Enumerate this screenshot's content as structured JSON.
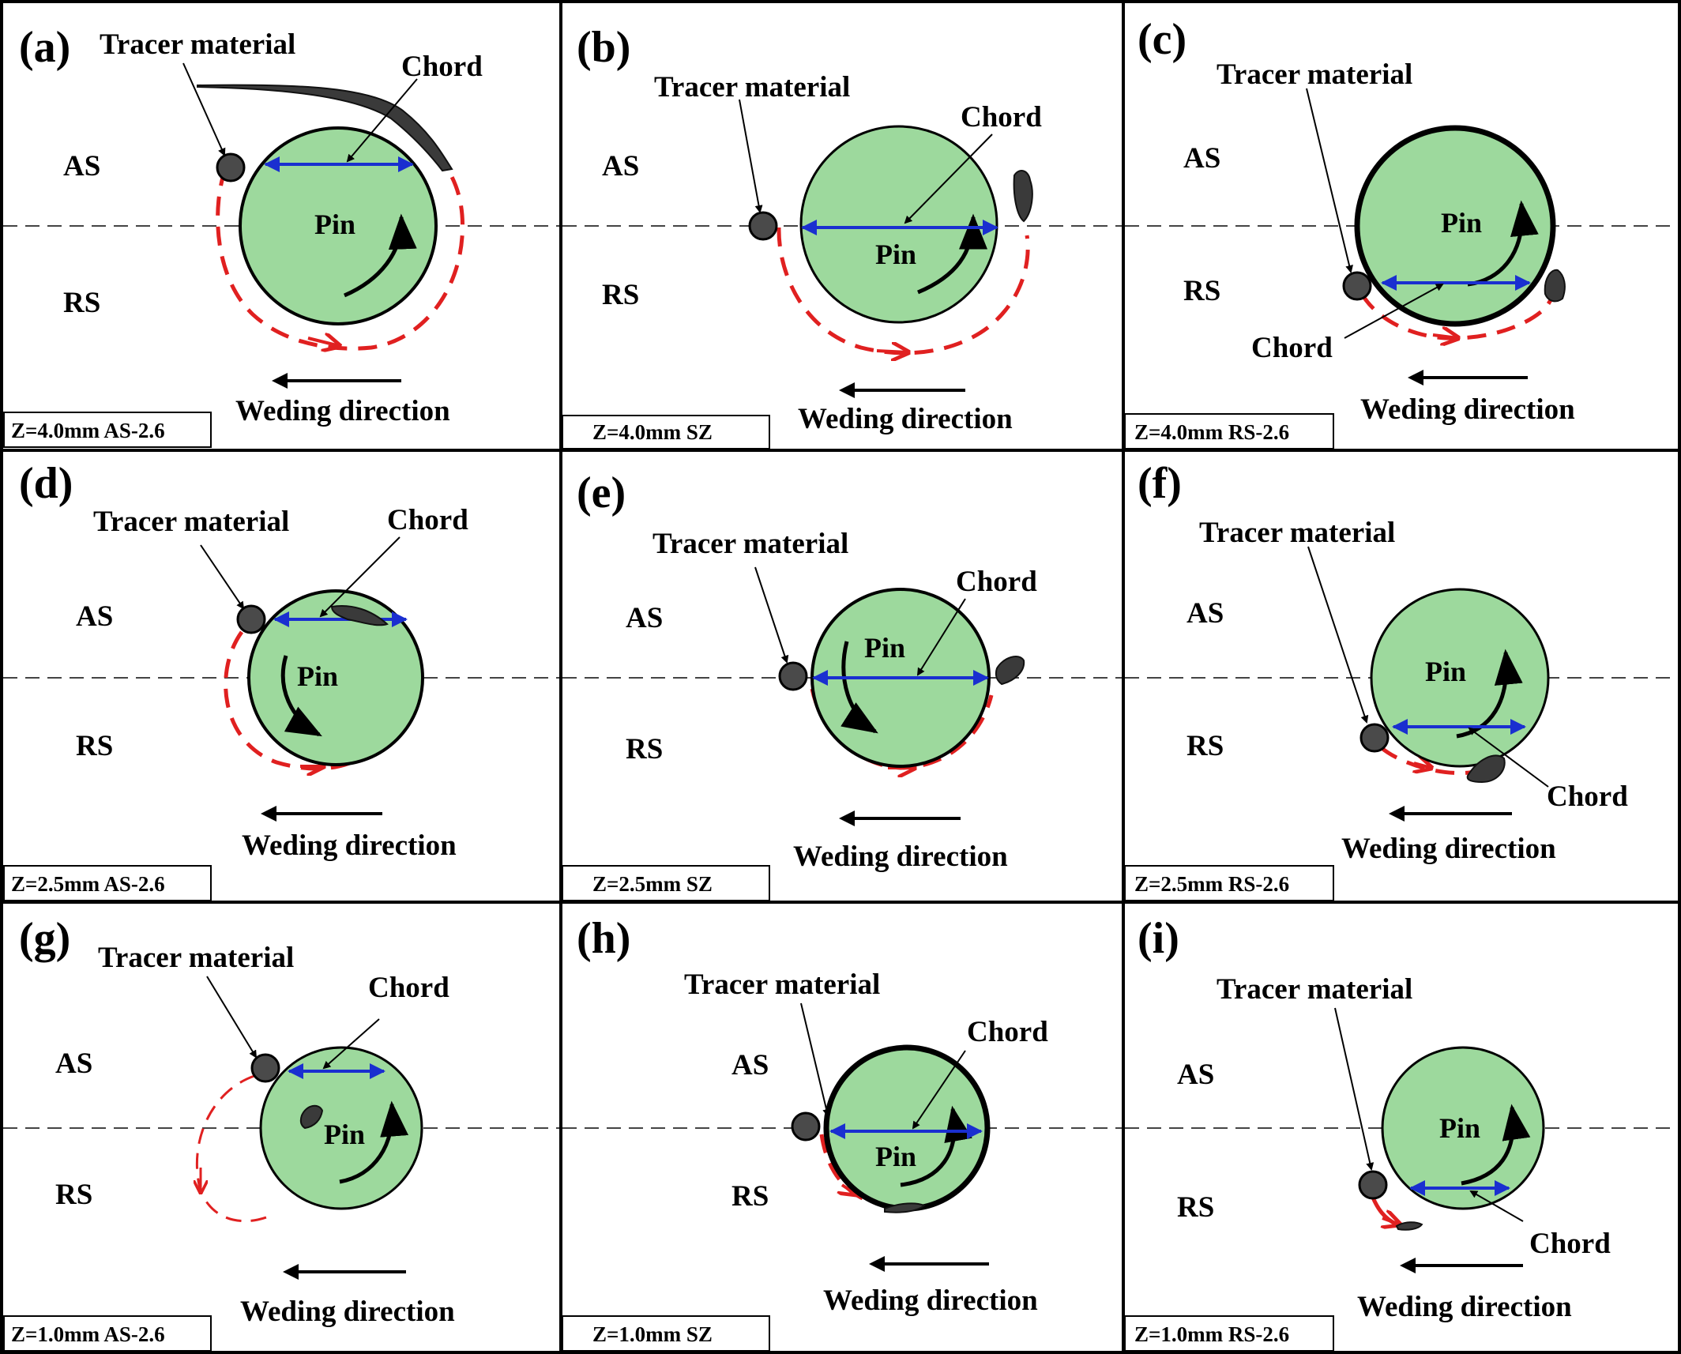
{
  "figure": {
    "panels": [
      {
        "letter": "(a)",
        "caption": "Z=4.0mm AS-2.6",
        "tracer_label": "Tracer material",
        "chord_label": "Chord",
        "pin_label": "Pin",
        "as_label": "AS",
        "rs_label": "RS",
        "direction_label": "Weding direction"
      },
      {
        "letter": "(b)",
        "caption": "Z=4.0mm SZ",
        "tracer_label": "Tracer material",
        "chord_label": "Chord",
        "pin_label": "Pin",
        "as_label": "AS",
        "rs_label": "RS",
        "direction_label": "Weding direction"
      },
      {
        "letter": "(c)",
        "caption": "Z=4.0mm RS-2.6",
        "tracer_label": "Tracer material",
        "chord_label": "Chord",
        "pin_label": "Pin",
        "as_label": "AS",
        "rs_label": "RS",
        "direction_label": "Weding direction"
      },
      {
        "letter": "(d)",
        "caption": "Z=2.5mm AS-2.6",
        "tracer_label": "Tracer material",
        "chord_label": "Chord",
        "pin_label": "Pin",
        "as_label": "AS",
        "rs_label": "RS",
        "direction_label": "Weding direction"
      },
      {
        "letter": "(e)",
        "caption": "Z=2.5mm SZ",
        "tracer_label": "Tracer material",
        "chord_label": "Chord",
        "pin_label": "Pin",
        "as_label": "AS",
        "rs_label": "RS",
        "direction_label": "Weding direction"
      },
      {
        "letter": "(f)",
        "caption": "Z=2.5mm RS-2.6",
        "tracer_label": "Tracer material",
        "chord_label": "Chord",
        "pin_label": "Pin",
        "as_label": "AS",
        "rs_label": "RS",
        "direction_label": "Weding direction"
      },
      {
        "letter": "(g)",
        "caption": "Z=1.0mm AS-2.6",
        "tracer_label": "Tracer material",
        "chord_label": "Chord",
        "pin_label": "Pin",
        "as_label": "AS",
        "rs_label": "RS",
        "direction_label": "Weding direction"
      },
      {
        "letter": "(h)",
        "caption": "Z=1.0mm SZ",
        "tracer_label": "Tracer material",
        "chord_label": "Chord",
        "pin_label": "Pin",
        "as_label": "AS",
        "rs_label": "RS",
        "direction_label": "Weding direction"
      },
      {
        "letter": "(i)",
        "caption": "Z=1.0mm RS-2.6",
        "tracer_label": "Tracer material",
        "chord_label": "Chord",
        "pin_label": "Pin",
        "as_label": "AS",
        "rs_label": "RS",
        "direction_label": "Weding direction"
      }
    ]
  },
  "colors": {
    "pin_fill": "#9dd99d",
    "tracer_fill": "#4a4a4a",
    "chord_arrow": "#1a2fd0",
    "flow_path": "#e02020",
    "outline": "#000000"
  }
}
